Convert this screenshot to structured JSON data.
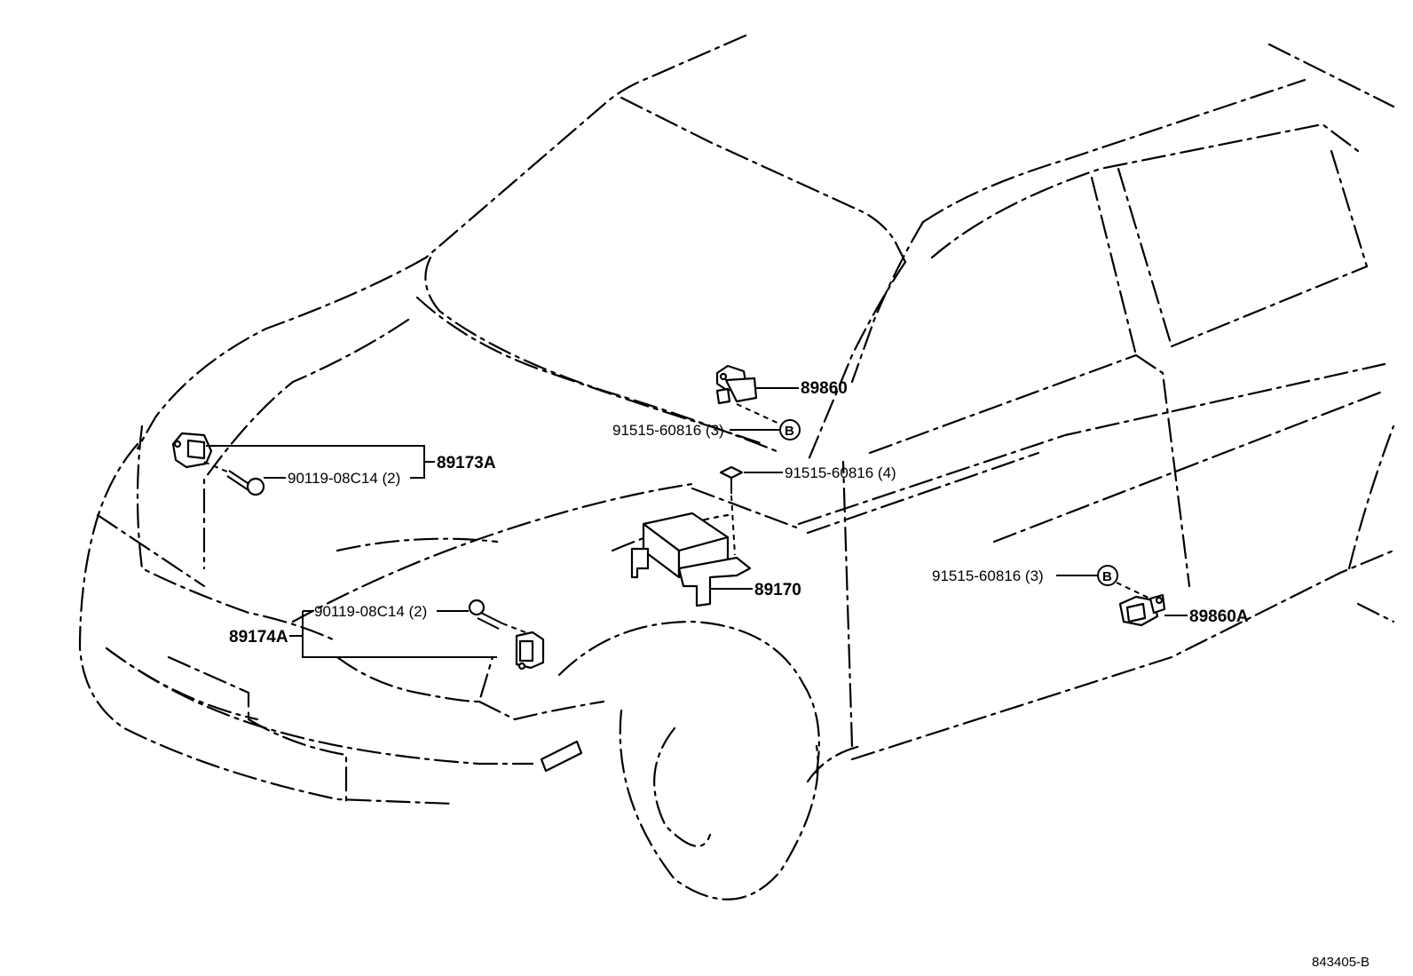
{
  "diagram_code": "843405-B",
  "callouts": {
    "p89860": "89860",
    "p89860_bolt": "91515-60816 (3)",
    "p89173A": "89173A",
    "p89173A_bolt": "90119-08C14 (2)",
    "p89170_bolt": "91515-60816 (4)",
    "p89170": "89170",
    "p89174A": "89174A",
    "p89174A_bolt": "90119-08C14 (2)",
    "p89860A_bolt": "91515-60816 (3)",
    "p89860A": "89860A"
  },
  "markers": {
    "upper_b": "B",
    "lower_b": "B"
  }
}
